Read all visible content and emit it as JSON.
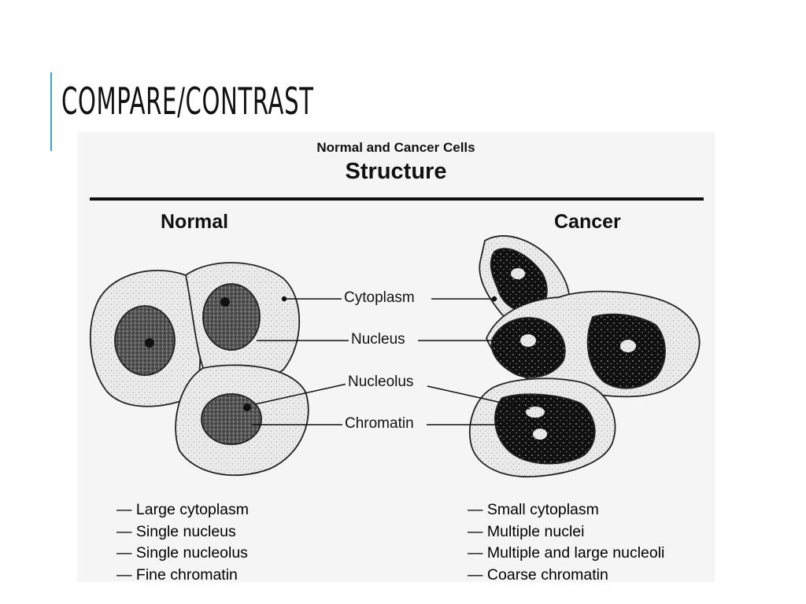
{
  "slide": {
    "title": "COMPARE/CONTRAST",
    "accent_color": "#3aa6c4"
  },
  "figure": {
    "subtitle": "Normal and Cancer Cells",
    "title": "Structure",
    "normal": {
      "heading": "Normal",
      "features": [
        "— Large cytoplasm",
        "— Single nucleus",
        "— Single nucleolus",
        "— Fine chromatin"
      ]
    },
    "cancer": {
      "heading": "Cancer",
      "features": [
        "— Small cytoplasm",
        "— Multiple nuclei",
        "— Multiple and large nucleoli",
        "— Coarse chromatin"
      ]
    },
    "labels": {
      "cytoplasm": "Cytoplasm",
      "nucleus": "Nucleus",
      "nucleolus": "Nucleolus",
      "chromatin": "Chromatin"
    }
  }
}
